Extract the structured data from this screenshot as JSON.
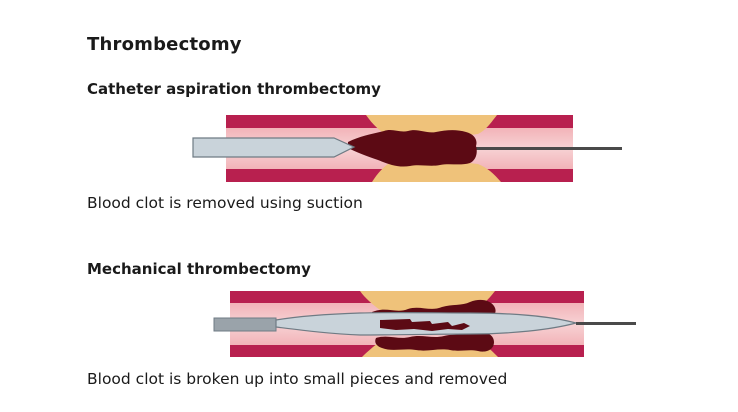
{
  "title": "Thrombectomy",
  "sections": [
    {
      "heading": "Catheter aspiration thrombectomy",
      "caption": "Blood clot is removed using suction"
    },
    {
      "heading": "Mechanical thrombectomy",
      "caption": "Blood clot is broken up into small pieces and removed"
    }
  ],
  "colors": {
    "vessel_wall": "#b8204f",
    "vessel_lumen": "#f2b3b8",
    "vessel_lumen_light": "#f7cfd2",
    "plaque": "#efc27a",
    "clot": "#5c0a14",
    "catheter": "#c9d3da",
    "catheter_outline": "#6f7b84",
    "guidewire": "#4a4a4a"
  }
}
